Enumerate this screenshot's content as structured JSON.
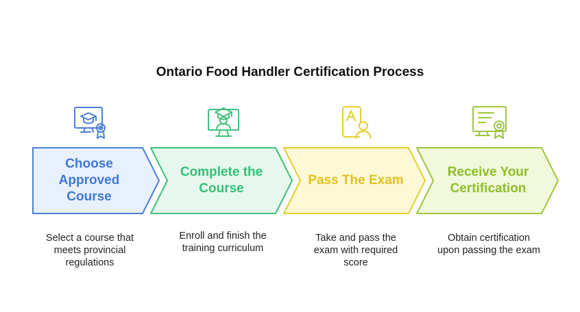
{
  "title": "Ontario Food Handler Certification Process",
  "steps": [
    {
      "label": "Choose Approved Course",
      "description": "Select a course that meets provincial regulations",
      "icon": "certificate-monitor-icon",
      "color": "#4a80d6",
      "fill": "#e8f0fc",
      "text_color": "#3f78d6"
    },
    {
      "label": "Complete the Course",
      "description": "Enroll and finish the training curriculum",
      "icon": "graduate-monitor-icon",
      "color": "#3ec07a",
      "fill": "#e6f8ee",
      "text_color": "#36bf74"
    },
    {
      "label": "Pass The Exam",
      "description": "Take and pass the exam with required score",
      "icon": "exam-user-icon",
      "color": "#e3cf2c",
      "fill": "#fdf8d6",
      "text_color": "#e0c21c"
    },
    {
      "label": "Receive Your Certification",
      "description": "Obtain certification upon passing the exam",
      "icon": "certificate-document-icon",
      "color": "#9cc63c",
      "fill": "#f1f8dc",
      "text_color": "#8dbf28"
    }
  ]
}
